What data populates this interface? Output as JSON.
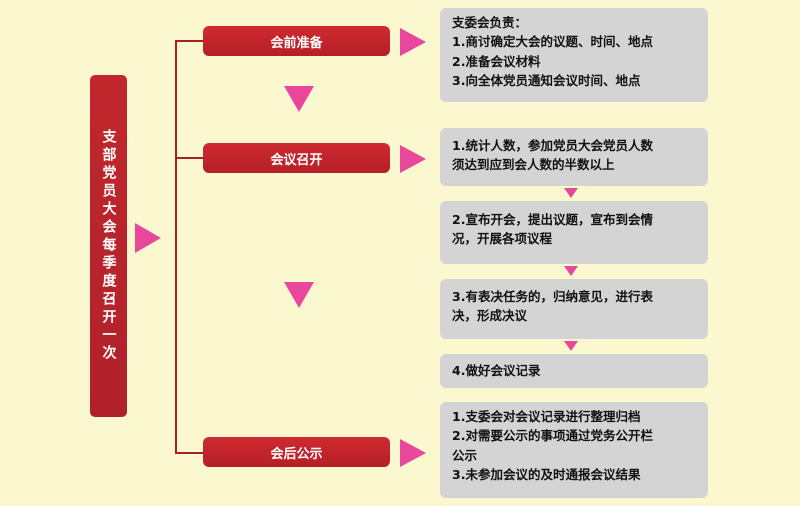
{
  "main_title": "支部党员大会每季度召开一次",
  "stages": [
    {
      "label": "会前准备"
    },
    {
      "label": "会议召开"
    },
    {
      "label": "会后公示"
    }
  ],
  "panels": {
    "prep": [
      "支委会负责：",
      "1.商讨确定大会的议题、时间、地点",
      "2.准备会议材料",
      "3.向全体党员通知会议时间、地点"
    ],
    "step1": [
      "1.统计人数，参加党员大会党员人数",
      "须达到应到会人数的半数以上"
    ],
    "step2": [
      "2.宣布开会，提出议题，宣布到会情",
      "况，开展各项议程"
    ],
    "step3": [
      "3.有表决任务的，归纳意见，进行表",
      "决，形成决议"
    ],
    "step4": [
      "4.做好会议记录"
    ],
    "post": [
      "1.支委会对会议记录进行整理归档",
      "2.对需要公示的事项通过党务公开栏",
      "公示",
      "3.未参加会议的及时通报会议结果"
    ]
  },
  "colors": {
    "arrow": "#e8479b",
    "box_red": "#b51f27",
    "panel": "#d4d4d4",
    "background": "#fbf8cf"
  }
}
